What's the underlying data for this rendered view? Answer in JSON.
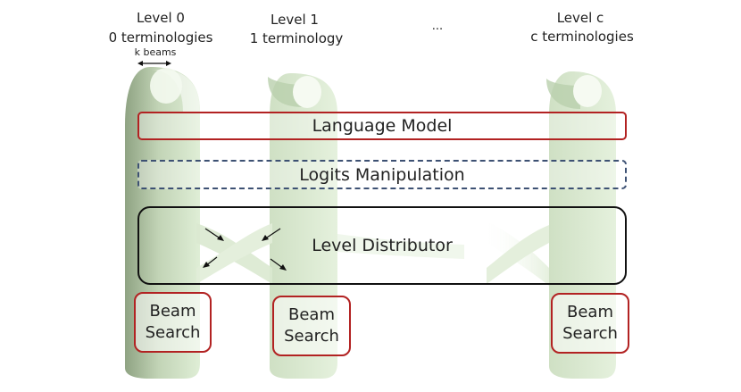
{
  "levels": [
    {
      "title": "Level 0",
      "subtitle": "0 terminologies"
    },
    {
      "title": "Level 1",
      "subtitle": "1 terminology"
    },
    {
      "title": "Level c",
      "subtitle": "c terminologies"
    }
  ],
  "ellipsis": "...",
  "beam_width_label": "k beams",
  "boxes": {
    "language_model": "Language Model",
    "logits_manipulation": "Logits Manipulation",
    "level_distributor": "Level Distributor"
  },
  "beam_search": {
    "line1": "Beam",
    "line2": "Search"
  },
  "colors": {
    "band_light": "#dcebd2",
    "band_dark": "#9db48f",
    "model_border": "#b22222",
    "logits_border": "#3d5173",
    "distributor_border": "#111111"
  }
}
